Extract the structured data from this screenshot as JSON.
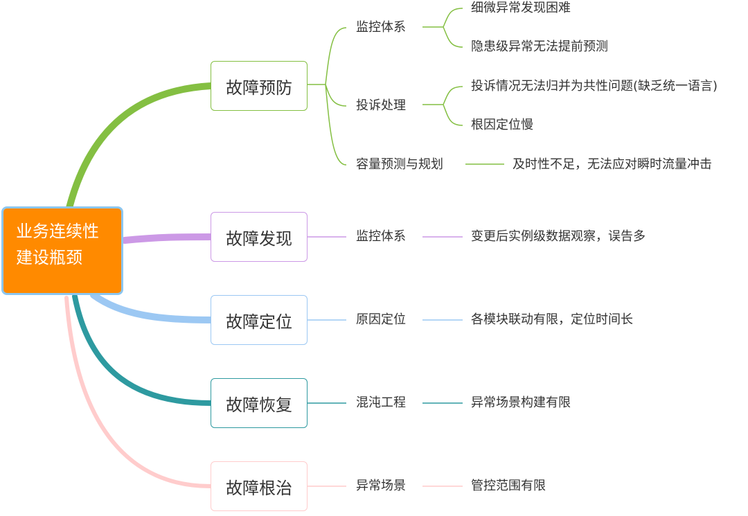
{
  "root": {
    "line1": "业务连续性",
    "line2": "建设瓶颈"
  },
  "colors": {
    "prevent": "#84bf42",
    "discover": "#cc99e6",
    "locate": "#9cc8f3",
    "recover": "#2e9aa0",
    "cure": "#ffcccc"
  },
  "branches": [
    {
      "label": "故障预防",
      "children": [
        {
          "label": "监控体系",
          "children": [
            "细微异常发现困难",
            "隐患级异常无法提前预测"
          ]
        },
        {
          "label": "投诉处理",
          "children": [
            "投诉情况无法归并为共性问题(缺乏统一语言)",
            "根因定位慢"
          ]
        },
        {
          "label": "容量预测与规划",
          "children": [
            "及时性不足，无法应对瞬时流量冲击"
          ]
        }
      ]
    },
    {
      "label": "故障发现",
      "children": [
        {
          "label": "监控体系",
          "children": [
            "变更后实例级数据观察，误告多"
          ]
        }
      ]
    },
    {
      "label": "故障定位",
      "children": [
        {
          "label": "原因定位",
          "children": [
            "各模块联动有限，定位时间长"
          ]
        }
      ]
    },
    {
      "label": "故障恢复",
      "children": [
        {
          "label": "混沌工程",
          "children": [
            "异常场景构建有限"
          ]
        }
      ]
    },
    {
      "label": "故障根治",
      "children": [
        {
          "label": "异常场景",
          "children": [
            "管控范围有限"
          ]
        }
      ]
    }
  ]
}
